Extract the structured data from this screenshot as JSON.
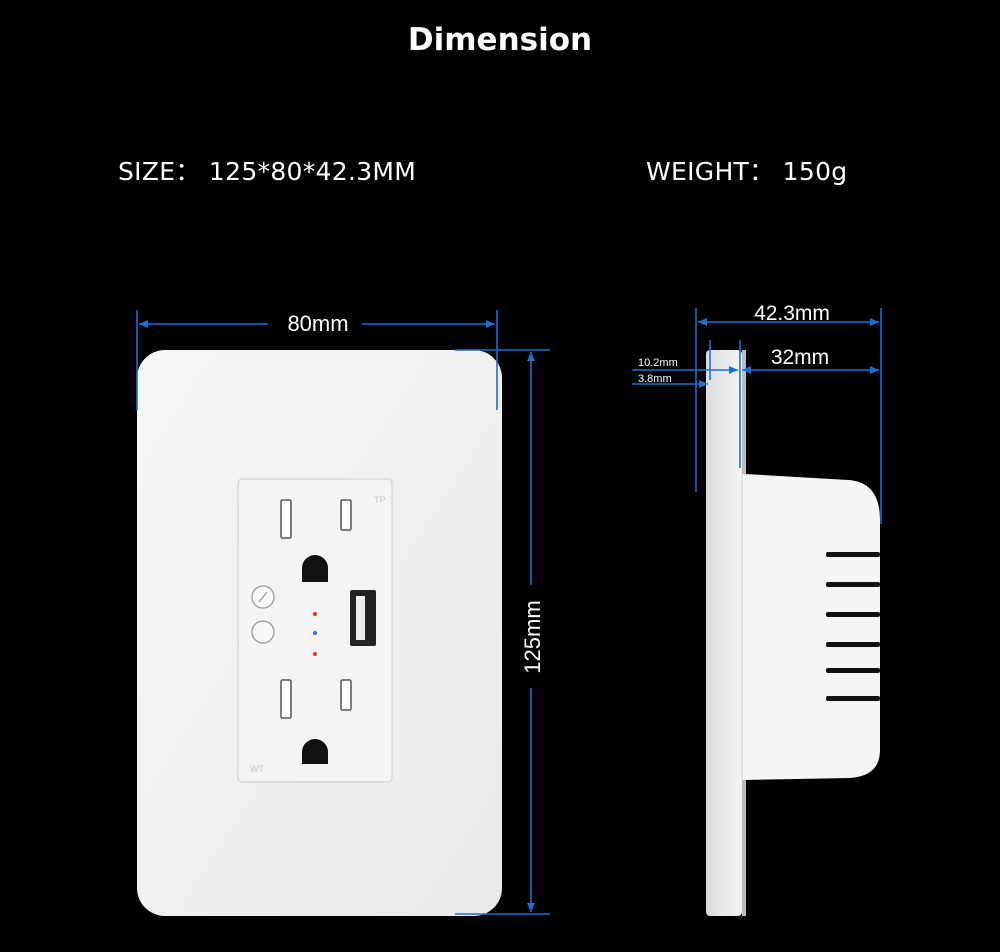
{
  "title": "Dimension",
  "specs": {
    "size": "SIZE： 125*80*42.3MM",
    "weight": "WEIGHT： 150g"
  },
  "front_view": {
    "width_label": "80mm",
    "height_label": "125mm",
    "outlet_marks": [
      "TP",
      "WT"
    ]
  },
  "side_view": {
    "depth_label": "42.3mm",
    "body_label": "32mm",
    "plate_label": "10.2mm",
    "flange_label": "3.8mm"
  },
  "colors": {
    "background": "#000000",
    "dimension_line": "#1a6fd6",
    "plate": "#f3f3f3",
    "led_red": "#e4323c",
    "led_blue": "#2f6ee8"
  }
}
